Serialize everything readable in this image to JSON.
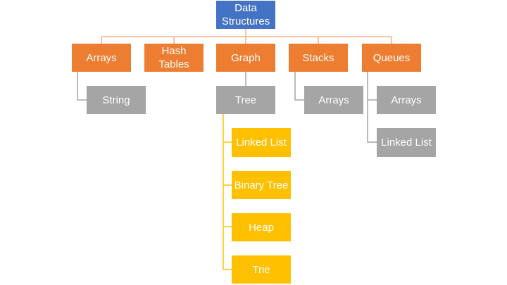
{
  "colors": {
    "root": "#4472c4",
    "level1": "#ed7d31",
    "gray": "#a5a5a5",
    "yellow": "#ffc000",
    "connector_top": "#f4b183",
    "connector_gray": "#a5a5a5",
    "connector_yellow": "#ffc000"
  },
  "diagram": {
    "root": {
      "line1": "Data",
      "line2": "Structures"
    },
    "level1": [
      {
        "label": "Arrays"
      },
      {
        "line1": "Hash",
        "line2": "Tables"
      },
      {
        "label": "Graph"
      },
      {
        "label": "Stacks"
      },
      {
        "label": "Queues"
      }
    ],
    "arrays_children": [
      "String"
    ],
    "graph_children": [
      "Tree"
    ],
    "tree_children": [
      "Linked List",
      "Binary Tree",
      "Heap",
      "Trie"
    ],
    "stacks_children": [
      "Arrays"
    ],
    "queues_children": [
      "Arrays",
      "Linked List"
    ]
  }
}
